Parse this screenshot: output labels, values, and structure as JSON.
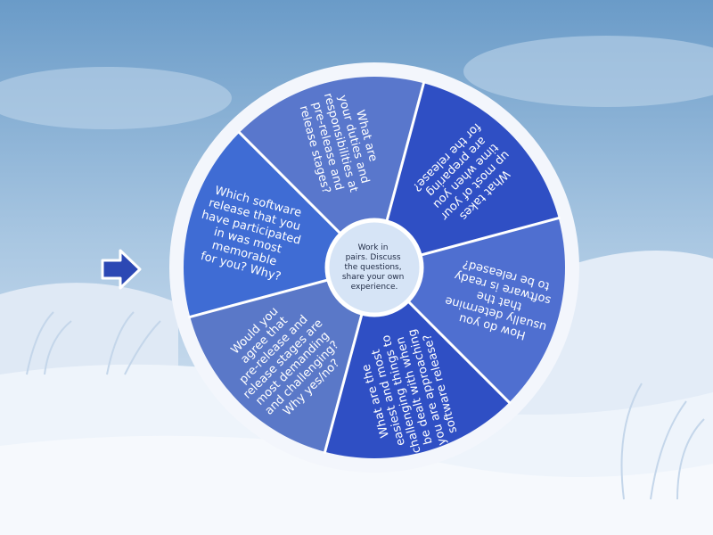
{
  "center": {
    "lines": [
      "Work in",
      "pairs. Discuss",
      "the questions,",
      "share your own",
      "experience."
    ]
  },
  "segments": [
    {
      "color": "#2f4fc4",
      "lines": [
        "What takes",
        "up most of your",
        "time when you",
        "are preparing",
        "for the release?"
      ]
    },
    {
      "color": "#4f6fd0",
      "lines": [
        "How do you",
        "usually determine",
        "that the",
        "software is ready",
        "to be released?"
      ]
    },
    {
      "color": "#2f4fc4",
      "lines": [
        "What are the",
        "easiest and most",
        "challenging things to",
        "be dealt with when",
        "you are approaching",
        "software release?"
      ]
    },
    {
      "color": "#5a78c8",
      "lines": [
        "Would you",
        "agree that",
        "pre-release and",
        "release stages are",
        "most demanding",
        "and challenging?",
        "Why yes/no?"
      ]
    },
    {
      "color": "#3f6cd4",
      "lines": [
        "Which software",
        "release that you",
        "have participated",
        "in was most",
        "memorable",
        "for you? Why?"
      ]
    },
    {
      "color": "#5977cc",
      "lines": [
        "What are",
        "your duties and",
        "responsibilities at",
        "pre-release and",
        "release stages?"
      ]
    }
  ],
  "colors": {
    "rim": "#f3f6fc",
    "divider": "#ffffff",
    "hub_fill": "#d6e4f6",
    "pointer": "#2c48b4"
  },
  "icons": {
    "pointer": "right-arrow-icon"
  }
}
